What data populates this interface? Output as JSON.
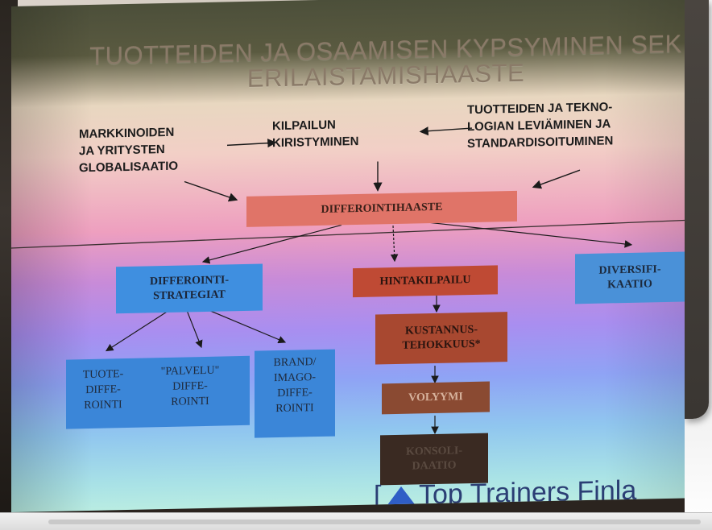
{
  "slide": {
    "title_line1": "TUOTTEIDEN JA OSAAMISEN KYPSYMINEN SEK",
    "title_line2": "ERILAISTAMISHAASTE",
    "drivers": {
      "left": "MARKKINOIDEN\nJA YRITYSTEN\nGLOBALISAATIO",
      "center": "KILPAILUN\nKIRISTYMINEN",
      "right": "TUOTTEIDEN JA TEKNO-\nLOGIAN LEVIÄMINEN JA\nSTANDARDISOITUMINEN"
    },
    "main_box": "DIFFEROINTIHAASTE",
    "branches": {
      "differointi": "DIFFEROINTI-\nSTRATEGIAT",
      "hintakilpailu": "HINTAKILPAILU",
      "diversifikaatio": "DIVERSIFI-\nKAATIO"
    },
    "differointi_subs": [
      "TUOTE-\nDIFFE-\nROINTI",
      "\"PALVELU\"\nDIFFE-\nROINTI",
      "BRAND/\nIMAGO-\nDIFFE-\nROINTI"
    ],
    "price_chain": [
      "KUSTANNUS-\nTEHOKKUUS*",
      "VOLYYMI",
      "KONSOLI-\nDAATIO"
    ],
    "logo": "Top Trainers Finla"
  },
  "colors": {
    "main_box": "#e07468",
    "blue_box": "#3f8fe0",
    "price_red": "#bf4a34",
    "price_brown": "#8a4a32",
    "logo_blue": "#2f5ec6"
  }
}
